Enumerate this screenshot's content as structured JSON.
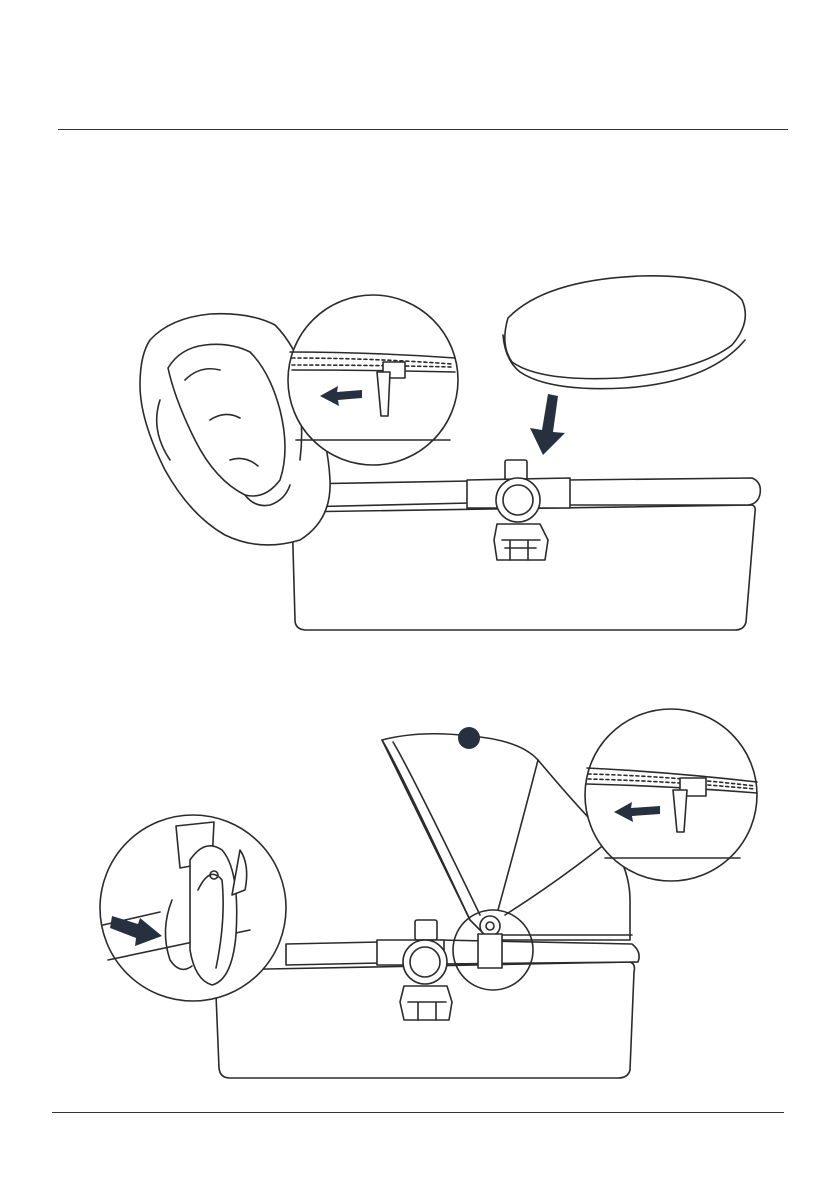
{
  "page": {
    "background": "#ffffff",
    "line_color": "#2b2b2b",
    "accent": "#26303f"
  },
  "figures": [
    {
      "name": "mattress-and-cover-step",
      "parts": [
        "cover-bag",
        "zipper-detail-callout",
        "mattress",
        "carrycot-frame",
        "handle-hub"
      ],
      "icons": [
        "arrow-left-icon",
        "arrow-down-icon"
      ]
    },
    {
      "name": "hood-attach-step",
      "parts": [
        "hood-canopy",
        "clip-detail-callout",
        "zipper-detail-callout",
        "carrycot-frame",
        "hood-pivot-circle"
      ],
      "icons": [
        "arrow-right-icon",
        "arrow-left-icon",
        "marker-dot-icon"
      ]
    }
  ]
}
